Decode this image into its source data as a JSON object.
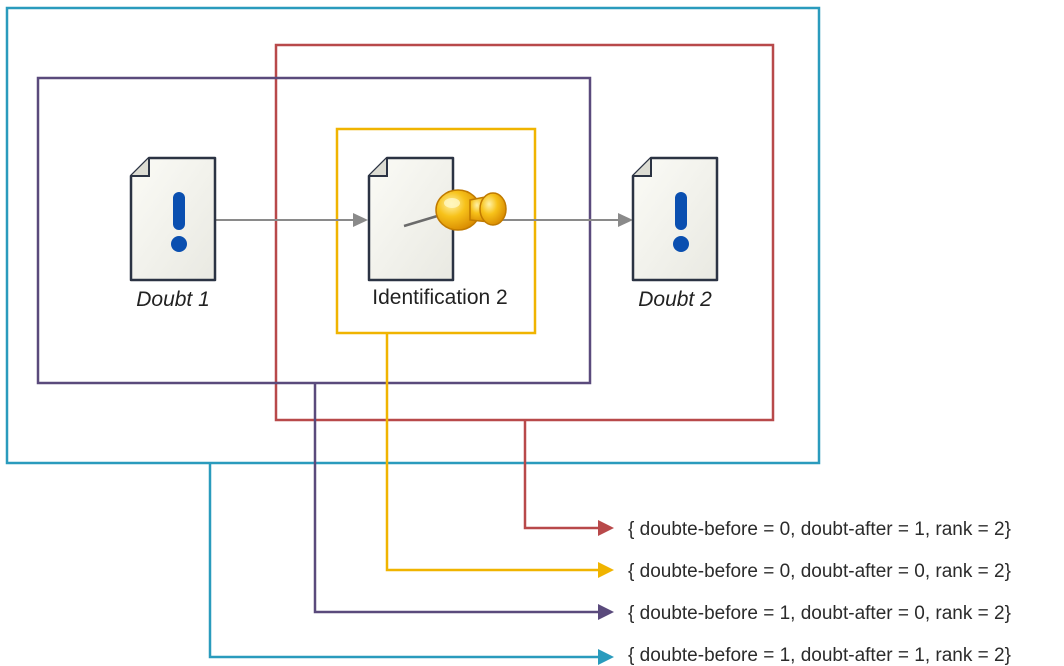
{
  "nodes": {
    "doubt_1": {
      "label": "Doubt 1",
      "icon": "document-exclamation-icon"
    },
    "identification_2": {
      "label": "Identification 2",
      "icon": "document-pushpin-icon"
    },
    "doubt_2": {
      "label": "Doubt 2",
      "icon": "document-exclamation-icon"
    }
  },
  "regions": [
    {
      "id": "teal",
      "color": "#2a9bbd"
    },
    {
      "id": "red",
      "color": "#b8494a"
    },
    {
      "id": "purple",
      "color": "#5a4a7c"
    },
    {
      "id": "yellow",
      "color": "#f0b400"
    }
  ],
  "results": [
    {
      "text": "{ doubte-before = 0, doubt-after = 1, rank = 2}",
      "color": "#b8494a"
    },
    {
      "text": "{ doubte-before = 0, doubt-after = 0, rank = 2}",
      "color": "#f0b400"
    },
    {
      "text": "{ doubte-before = 1, doubt-after = 0, rank = 2}",
      "color": "#5a4a7c"
    },
    {
      "text": "{ doubte-before = 1, doubt-after = 1, rank = 2}",
      "color": "#2a9bbd"
    }
  ],
  "flow_arrow_color": "#8a8a8a",
  "icon_colors": {
    "exclamation": "#0a4fb0",
    "pin": "#f2a500"
  }
}
